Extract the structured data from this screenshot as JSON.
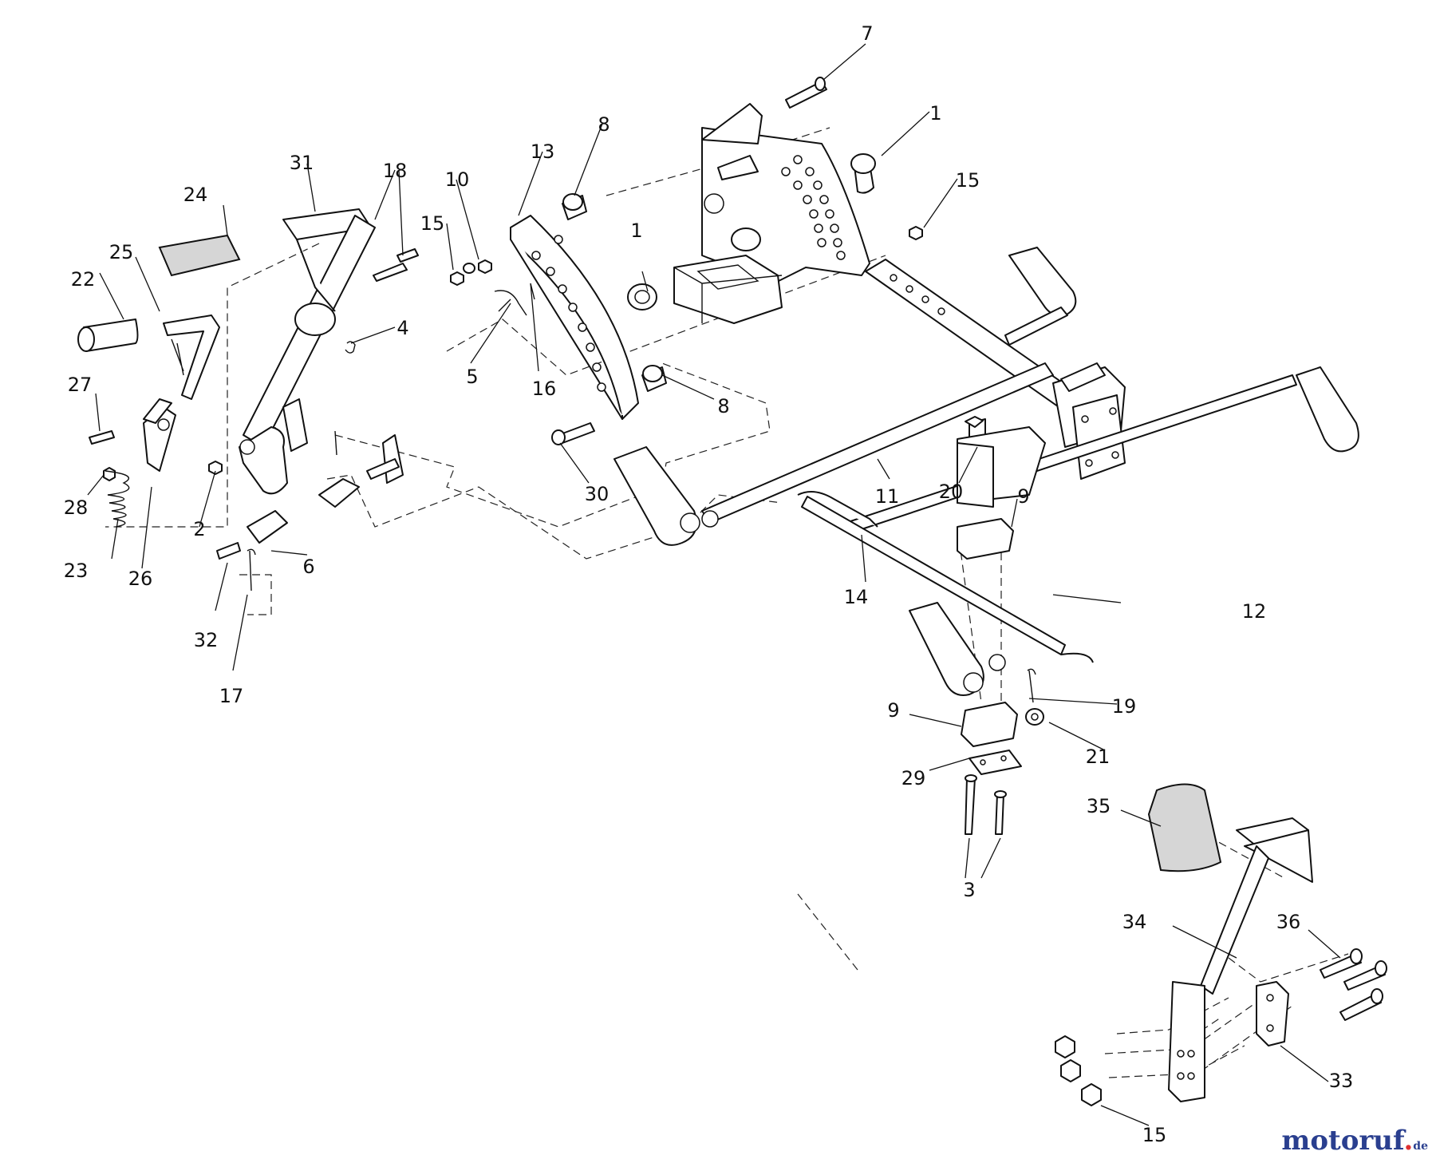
{
  "labels": [
    "7",
    "1",
    "15",
    "8",
    "13",
    "10",
    "15",
    "18",
    "31",
    "24",
    "25",
    "22",
    "4",
    "5",
    "16",
    "1",
    "8",
    "27",
    "28",
    "2",
    "23",
    "26",
    "30",
    "11",
    "20",
    "9",
    "6",
    "32",
    "17",
    "14",
    "12",
    "9",
    "19",
    "21",
    "29",
    "35",
    "3",
    "34",
    "36",
    "33",
    "15"
  ],
  "watermark": {
    "brand": "motoruf",
    "dot": ".",
    "tld": "de"
  }
}
